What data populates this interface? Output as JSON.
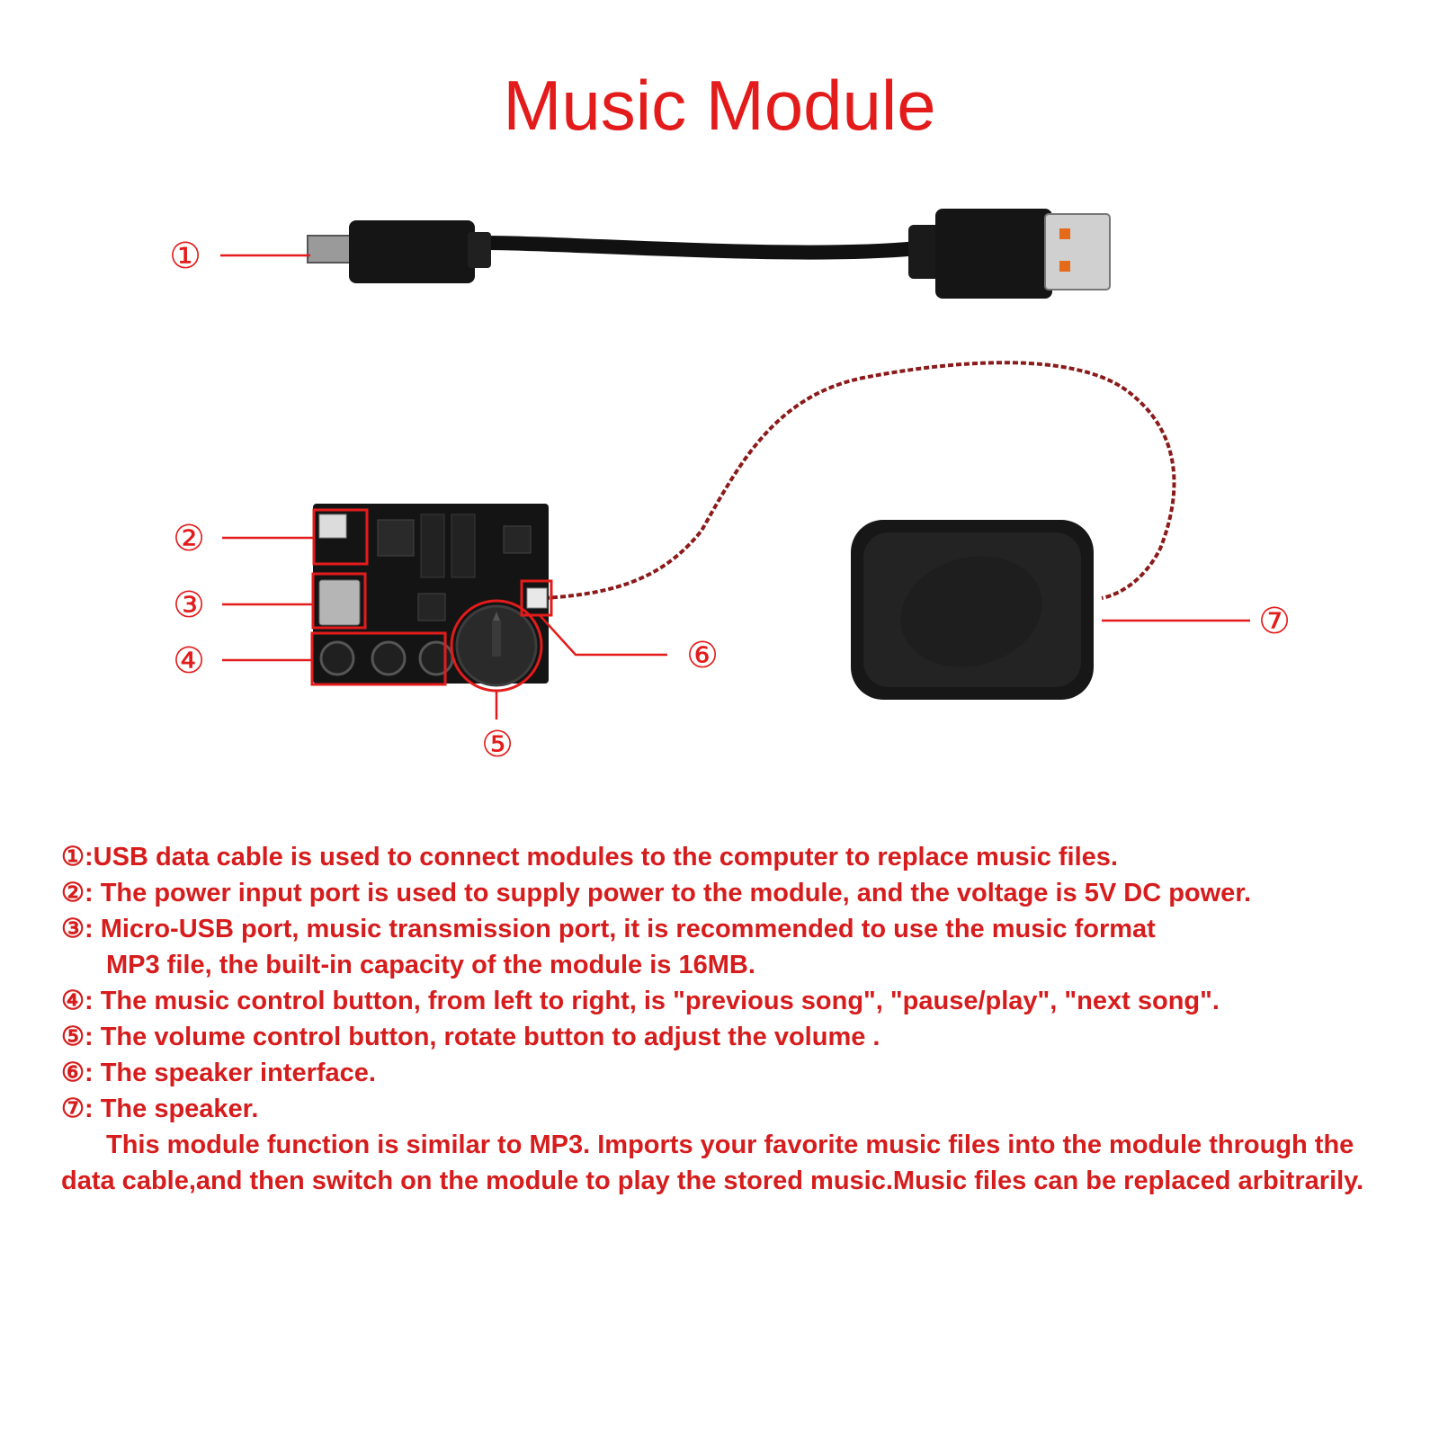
{
  "title": "Music Module",
  "callouts": [
    "①",
    "②",
    "③",
    "④",
    "⑤",
    "⑥",
    "⑦"
  ],
  "descriptions": [
    {
      "num": "①",
      "text": ":USB data cable is used to connect modules to the computer to replace music files."
    },
    {
      "num": "②",
      "text": ": The power input port is used to supply power to the module, and the voltage is 5V DC power."
    },
    {
      "num": "③",
      "text": ": Micro-USB port, music transmission port, it is recommended to use the music format",
      "continuation": "MP3 file, the built-in capacity of the module is 16MB."
    },
    {
      "num": "④",
      "text": ": The music control button, from left to right, is \"previous song\", \"pause/play\", \"next song\"."
    },
    {
      "num": "⑤",
      "text": ": The volume control button, rotate button to adjust the volume ."
    },
    {
      "num": "⑥",
      "text": ": The speaker interface."
    },
    {
      "num": "⑦",
      "text": ": The speaker."
    }
  ],
  "summary": "This module function is similar to MP3. Imports your favorite music files into the module through the data cable,and then switch on the module to play the stored music.Music files can be replaced arbitrarily.",
  "colors": {
    "accent": "#e31b1b",
    "text": "#d61c1c",
    "hardware": "#111111"
  }
}
